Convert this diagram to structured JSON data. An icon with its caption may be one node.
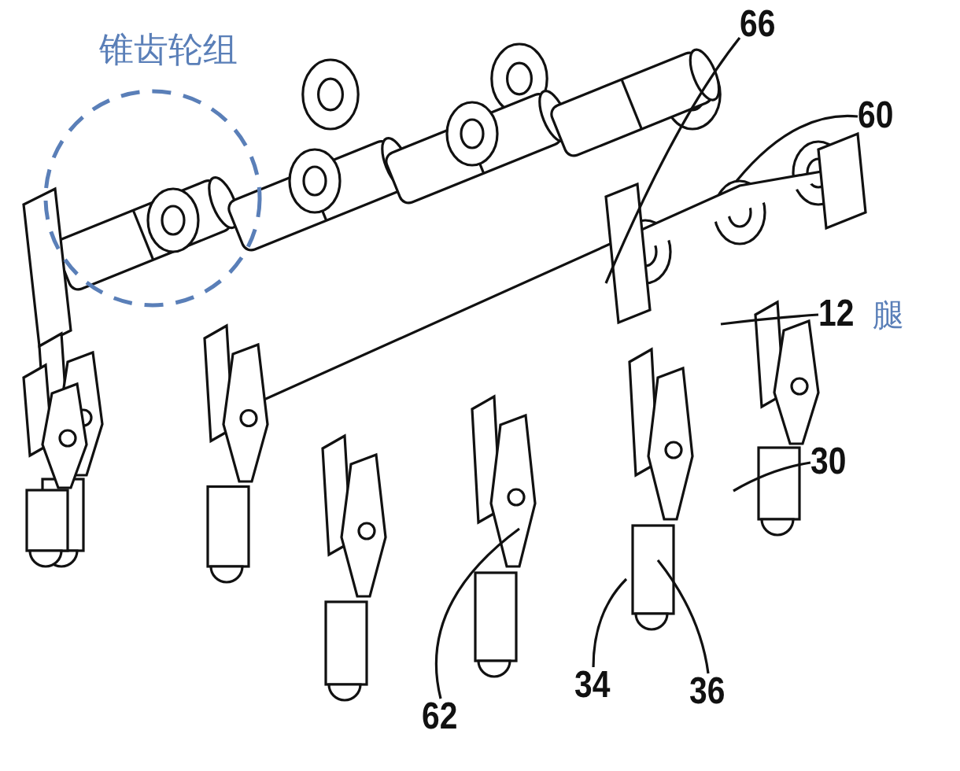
{
  "diagram": {
    "nodes": [
      {
        "text": [
          "锥齿轮组"
        ]
      },
      {
        "text": [
          "66"
        ]
      },
      {
        "text": [
          "60"
        ]
      },
      {
        "text": [
          "12"
        ],
        "beside": [
          "腿"
        ]
      },
      {
        "text": [
          "30"
        ]
      },
      {
        "text": [
          "62"
        ]
      },
      {
        "text": [
          "34"
        ]
      },
      {
        "text": [
          "36"
        ]
      }
    ],
    "edges": [
      {
        "from": 1,
        "to": null,
        "arrow": "none"
      },
      {
        "from": 2,
        "to": null,
        "arrow": "none"
      },
      {
        "from": 3,
        "to": null,
        "arrow": "none"
      },
      {
        "from": 4,
        "to": null,
        "arrow": "none"
      },
      {
        "from": 5,
        "to": null,
        "arrow": "none"
      },
      {
        "from": 6,
        "to": null,
        "arrow": "none"
      },
      {
        "from": 7,
        "to": null,
        "arrow": "none"
      }
    ]
  }
}
